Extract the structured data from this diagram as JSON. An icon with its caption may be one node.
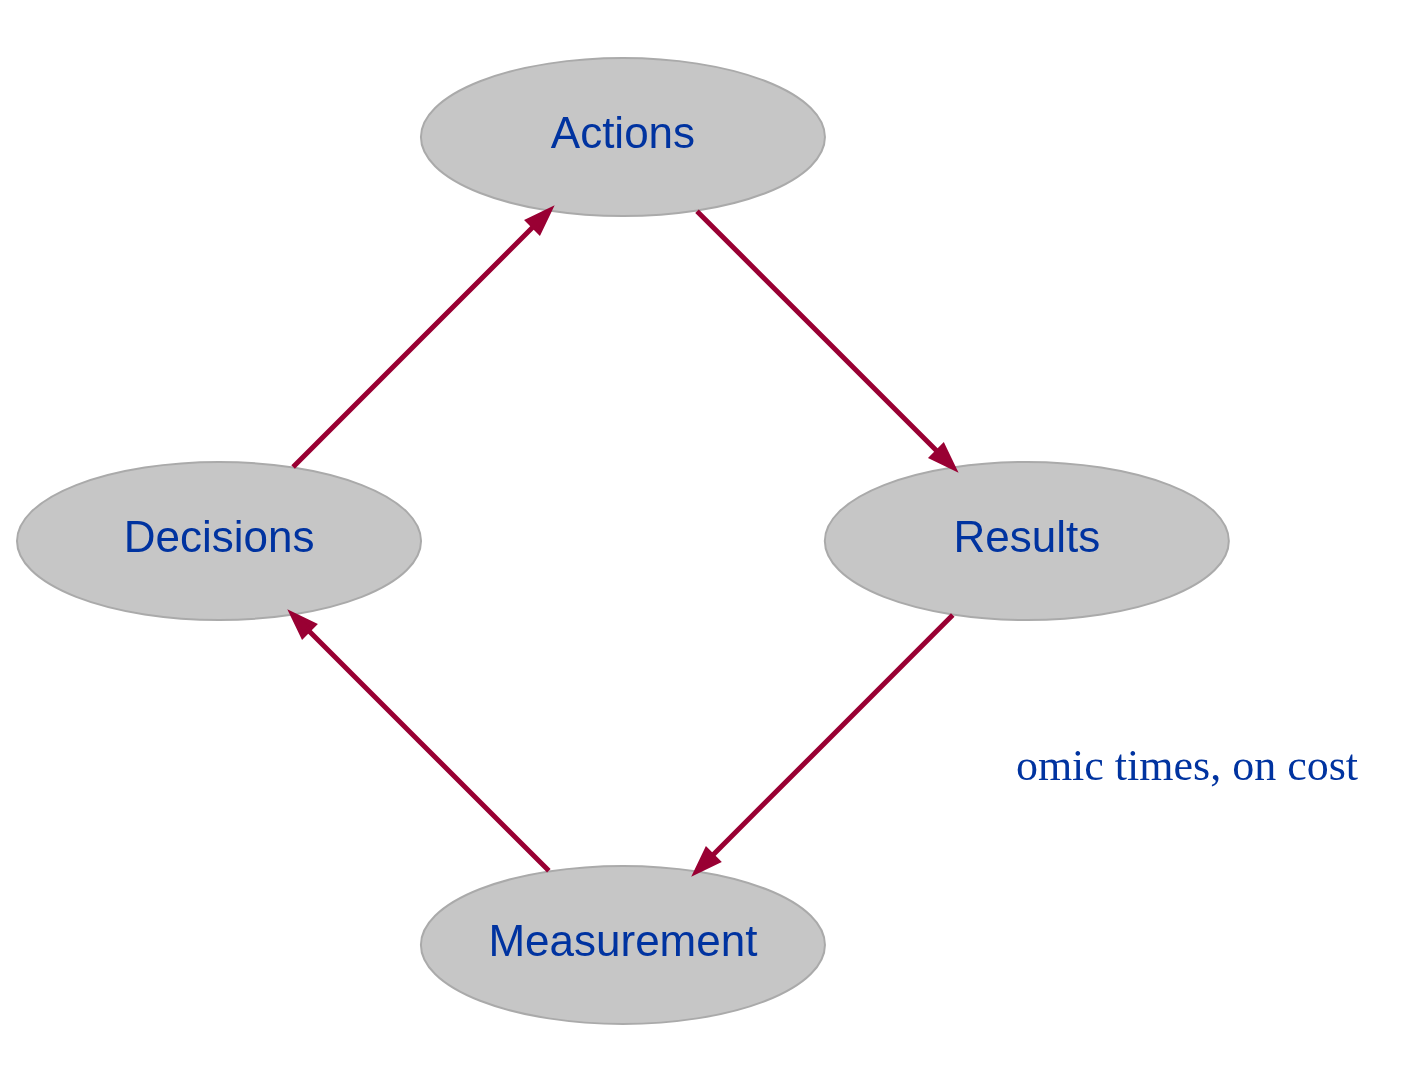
{
  "diagram": {
    "nodes": [
      {
        "text": [
          "Measurement"
        ]
      },
      {
        "text": [
          "Decisions"
        ]
      },
      {
        "text": [
          "Actions"
        ]
      },
      {
        "text": [
          "Results"
        ]
      }
    ],
    "edges": [
      {
        "from": 0,
        "to": 1,
        "arrow": "to"
      },
      {
        "from": 1,
        "to": 2,
        "arrow": "to"
      },
      {
        "from": 2,
        "to": 3,
        "arrow": "to"
      },
      {
        "from": 3,
        "to": 0,
        "arrow": "to"
      }
    ],
    "labels": [
      "omic times, on cost"
    ]
  }
}
